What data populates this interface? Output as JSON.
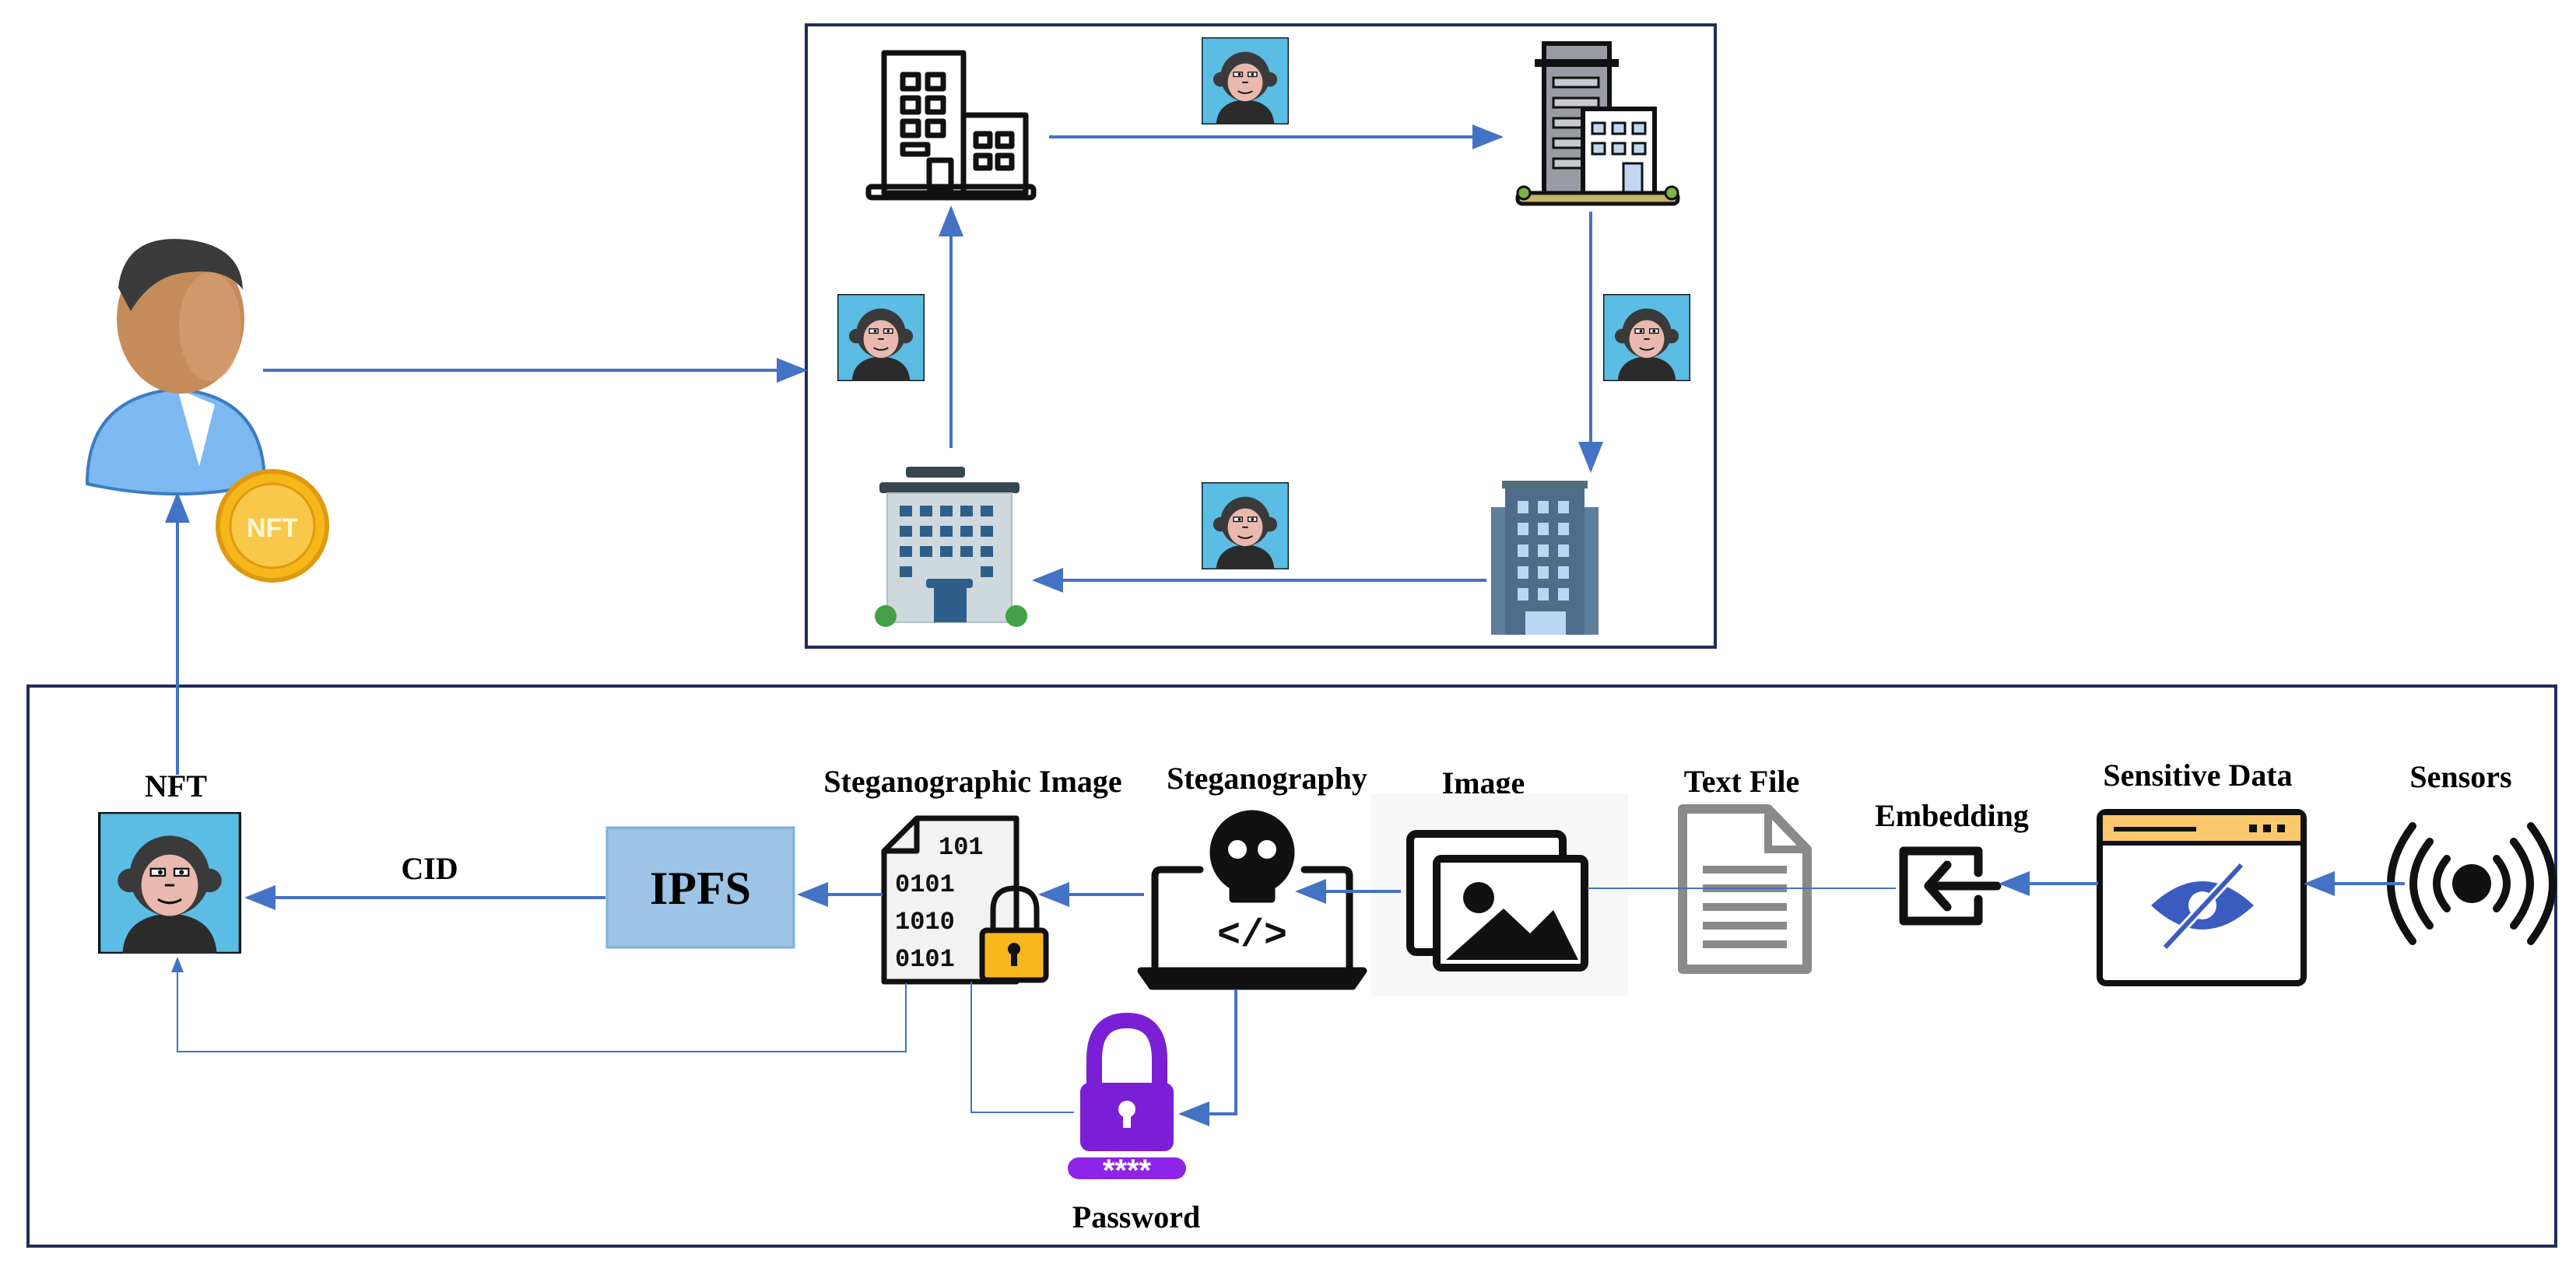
{
  "labels": {
    "nft": "NFT",
    "cid": "CID",
    "ipfs": "IPFS",
    "steg_image": "Steganographic Image",
    "steganography": "Steganography",
    "image": "Image",
    "text_file": "Text File",
    "embedding": "Embedding",
    "sensitive_data": "Sensitive Data",
    "sensors": "Sensors",
    "password": "Password",
    "coin": "NFT",
    "password_mask": "****",
    "code_glyph": "</>"
  },
  "binary": {
    "row1": "101",
    "row2": "0101",
    "row3": "1010",
    "row4": "0101"
  },
  "colors": {
    "arrow": "#4472C4",
    "frame": "#1F2D5A",
    "ipfs_fill": "#9DC3E6",
    "monkey_bg": "#5BBCE4",
    "coin": "#F5B71A",
    "lock_purple": "#7B1FD6",
    "lock_yellow": "#F9B81B",
    "eye_blue": "#3B5BBF"
  }
}
